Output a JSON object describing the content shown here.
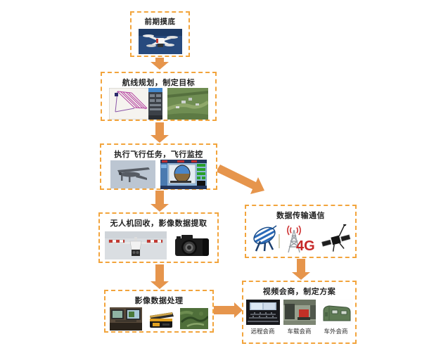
{
  "flow": {
    "colors": {
      "box_border": "#F2A43C",
      "arrow": "#E6954C",
      "title_text": "#1F1F1F"
    },
    "boxes": [
      {
        "key": "survey",
        "title": "前期摸底",
        "images": [
          {
            "name": "quadcopter-photo"
          }
        ]
      },
      {
        "key": "route-planning",
        "title": "航线规划，制定目标",
        "images": [
          {
            "name": "route-planning-software-screenshot"
          },
          {
            "name": "aerial-survey-photo"
          }
        ]
      },
      {
        "key": "flight-mission",
        "title": "执行飞行任务，飞行监控",
        "images": [
          {
            "name": "fixed-wing-uav-photo"
          },
          {
            "name": "flight-monitoring-screen"
          }
        ]
      },
      {
        "key": "recovery-extraction",
        "title": "无人机回收，影像数据提取",
        "images": [
          {
            "name": "uav-recovery-photo"
          },
          {
            "name": "dslr-camera-photo"
          }
        ]
      },
      {
        "key": "data-transmission",
        "title": "数据传输通信",
        "images": [
          {
            "name": "satellite-dish-icon"
          },
          {
            "name": "4g-tower-icon",
            "label": "4G"
          },
          {
            "name": "satellite-icon"
          }
        ]
      },
      {
        "key": "image-processing",
        "title": "影像数据处理",
        "images": [
          {
            "name": "workstation-photo"
          },
          {
            "name": "rugged-equipment-photo"
          },
          {
            "name": "terrain-map-photo"
          }
        ]
      },
      {
        "key": "video-consultation",
        "title": "视频会商，制定方案",
        "images": [
          {
            "name": "conference-room-photo",
            "caption": "远程会商"
          },
          {
            "name": "vehicle-console-photo",
            "caption": "车载会商"
          },
          {
            "name": "field-tent-photo",
            "caption": "车外会商"
          }
        ]
      }
    ]
  }
}
